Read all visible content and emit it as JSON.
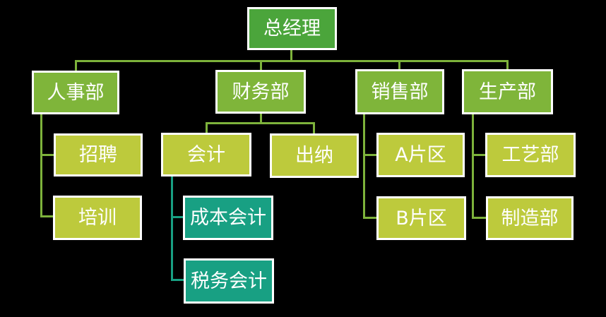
{
  "diagram": {
    "type": "org-chart",
    "background": "#000000",
    "colors": {
      "root_node": "#4BA53B",
      "department_node": "#7FB53A",
      "sub_node": "#BDCA3C",
      "accounting_sub_node": "#18A083",
      "connector_green": "#7DB23B",
      "connector_teal": "#18A083",
      "node_border": "#FFFFFF",
      "node_text": "#FFFFFF"
    },
    "nodes": {
      "general_manager": {
        "label": "总经理",
        "level": "root"
      },
      "hr_dept": {
        "label": "人事部",
        "level": "department"
      },
      "finance_dept": {
        "label": "财务部",
        "level": "department"
      },
      "sales_dept": {
        "label": "销售部",
        "level": "department"
      },
      "production_dept": {
        "label": "生产部",
        "level": "department"
      },
      "recruiting": {
        "label": "招聘",
        "level": "sub"
      },
      "training": {
        "label": "培训",
        "level": "sub"
      },
      "accounting": {
        "label": "会计",
        "level": "sub"
      },
      "cashier": {
        "label": "出纳",
        "level": "sub"
      },
      "cost_accounting": {
        "label": "成本会计",
        "level": "accounting-sub"
      },
      "tax_accounting": {
        "label": "税务会计",
        "level": "accounting-sub"
      },
      "area_a": {
        "label": "A片区",
        "level": "sub"
      },
      "area_b": {
        "label": "B片区",
        "level": "sub"
      },
      "process_dept": {
        "label": "工艺部",
        "level": "sub"
      },
      "manufacturing_dept": {
        "label": "制造部",
        "level": "sub"
      }
    },
    "edges": [
      [
        "总经理",
        "人事部"
      ],
      [
        "总经理",
        "财务部"
      ],
      [
        "总经理",
        "销售部"
      ],
      [
        "总经理",
        "生产部"
      ],
      [
        "人事部",
        "招聘"
      ],
      [
        "人事部",
        "培训"
      ],
      [
        "财务部",
        "会计"
      ],
      [
        "财务部",
        "出纳"
      ],
      [
        "会计",
        "成本会计"
      ],
      [
        "会计",
        "税务会计"
      ],
      [
        "销售部",
        "A片区"
      ],
      [
        "销售部",
        "B片区"
      ],
      [
        "生产部",
        "工艺部"
      ],
      [
        "生产部",
        "制造部"
      ]
    ]
  }
}
